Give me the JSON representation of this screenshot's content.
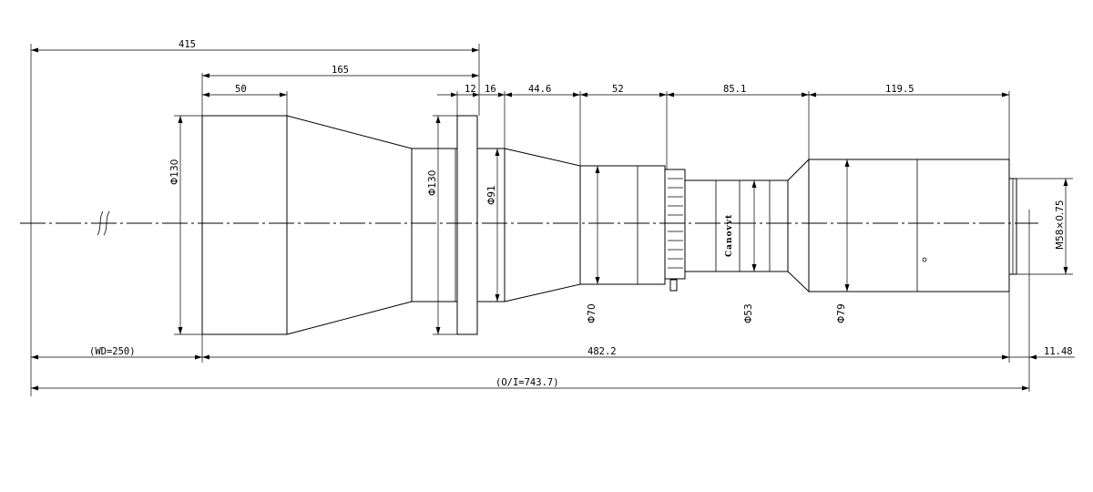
{
  "drawing": {
    "dims": {
      "d415": "415",
      "d165": "165",
      "d50": "50",
      "d12": "12",
      "d16": "16",
      "d44_6": "44.6",
      "d52": "52",
      "d85_1": "85.1",
      "d119_5": "119.5",
      "wd": "(WD=250)",
      "d482_2": "482.2",
      "d11_48": "11.48",
      "oi": "(O/I=743.7)"
    },
    "diameters": {
      "front": "Φ130",
      "flange": "Φ130",
      "mid": "Φ91",
      "ring": "Φ70",
      "barrel": "Φ53",
      "rear": "Φ79",
      "mount": "M58×0.75"
    },
    "brand_text": "Canovvt"
  }
}
